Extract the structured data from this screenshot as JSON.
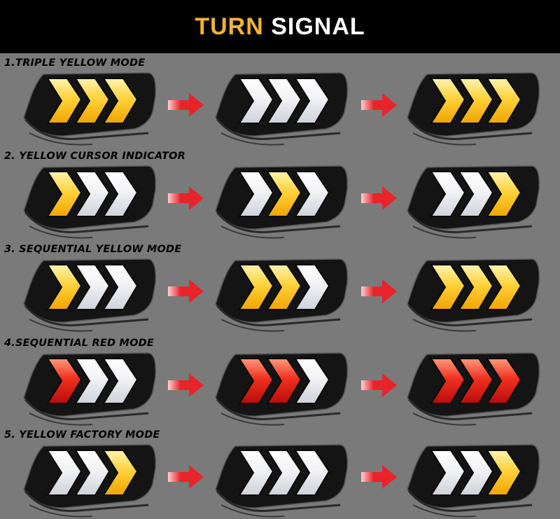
{
  "header": {
    "title_part1": "TURN",
    "title_part2": "SIGNAL"
  },
  "colors": {
    "yellow": "#ffd23a",
    "white": "#f2f2f5",
    "red": "#f0301e",
    "arrow": "#e8242a",
    "title_accent": "#f2b233"
  },
  "modes": [
    {
      "label": "1.TRIPLE YELLOW MODE",
      "frames": [
        [
          "yellow",
          "yellow",
          "yellow"
        ],
        [
          "white",
          "white",
          "white"
        ],
        [
          "yellow",
          "yellow",
          "yellow"
        ]
      ]
    },
    {
      "label": "2. YELLOW CURSOR INDICATOR",
      "frames": [
        [
          "yellow",
          "white",
          "white"
        ],
        [
          "white",
          "yellow",
          "white"
        ],
        [
          "white",
          "white",
          "yellow"
        ]
      ]
    },
    {
      "label": "3. SEQUENTIAL YELLOW MODE",
      "frames": [
        [
          "yellow",
          "white",
          "white"
        ],
        [
          "yellow",
          "yellow",
          "white"
        ],
        [
          "yellow",
          "yellow",
          "yellow"
        ]
      ]
    },
    {
      "label": "4.SEQUENTIAL RED MODE",
      "frames": [
        [
          "red",
          "white",
          "white"
        ],
        [
          "red",
          "red",
          "white"
        ],
        [
          "red",
          "red",
          "red"
        ]
      ]
    },
    {
      "label": "5. YELLOW FACTORY MODE",
      "frames": [
        [
          "white",
          "white",
          "yellow"
        ],
        [
          "white",
          "white",
          "white"
        ],
        [
          "white",
          "white",
          "yellow"
        ]
      ]
    }
  ]
}
